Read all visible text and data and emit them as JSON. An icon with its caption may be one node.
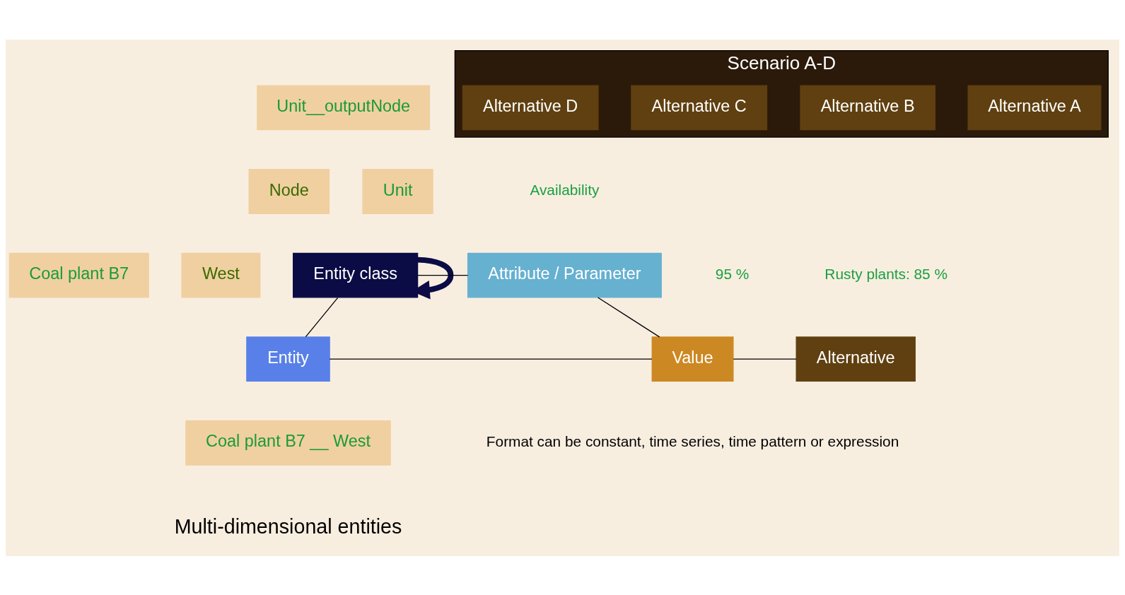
{
  "diagram": {
    "nodes": [
      {
        "text": [
          "Entity class"
        ]
      },
      {
        "text": [
          "Unit"
        ]
      },
      {
        "text": [
          "Node"
        ]
      },
      {
        "text": [
          "Attribute / Parameter"
        ],
        "beside": [
          "Availability"
        ]
      },
      {
        "text": [
          "Entity"
        ]
      },
      {
        "text": [
          "Coal plant B7"
        ]
      },
      {
        "text": [
          "West"
        ]
      },
      {
        "text": [
          "Coal plant B7 __ West"
        ]
      },
      {
        "text": [
          "Value"
        ],
        "beside": [
          "95 %",
          "Format can be constant, time series, time pattern or expression"
        ]
      },
      {
        "text": [
          "Alternative"
        ],
        "beside": [
          "Rusty plants: 85 %"
        ]
      },
      {
        "text": [
          "Scenario A-D"
        ]
      },
      {
        "text": [
          "Alternative A"
        ],
        "in": 10
      },
      {
        "text": [
          "Alternative B"
        ],
        "in": 10
      },
      {
        "text": [
          "Alternative C"
        ],
        "in": 10
      },
      {
        "text": [
          "Alternative D"
        ],
        "in": 10
      },
      {
        "text": [
          "Unit__outputNode"
        ]
      }
    ],
    "edges": [
      {
        "from": 0,
        "to": 0,
        "arrow": "to",
        "style": "thick",
        "color": "#0b0b45"
      },
      {
        "from": 0,
        "to": 3,
        "arrow": "none"
      },
      {
        "from": 0,
        "to": 4,
        "arrow": "none"
      },
      {
        "from": 3,
        "to": 8,
        "arrow": "none"
      },
      {
        "from": 4,
        "to": 8,
        "arrow": "none"
      },
      {
        "from": 8,
        "to": 9,
        "arrow": "none"
      }
    ],
    "labels": [
      "Multi-dimensional entities"
    ]
  }
}
